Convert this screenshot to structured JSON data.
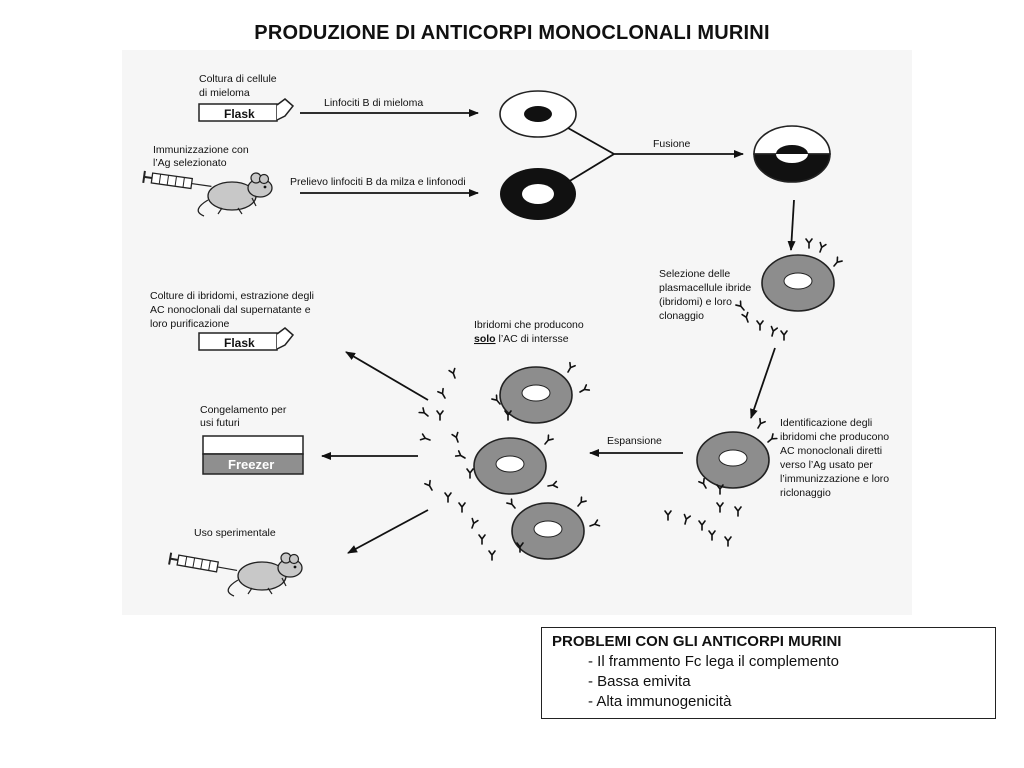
{
  "title": "PRODUZIONE DI ANTICORPI MONOCLONALI MURINI",
  "labels": {
    "coltura": [
      "Coltura di cellule",
      "di mieloma"
    ],
    "flask": "Flask",
    "linfociti_mieloma": "Linfociti B di mieloma",
    "immunizzazione": [
      "Immunizzazione con",
      "l’Ag selezionato"
    ],
    "prelievo": "Prelievo linfociti B da milza e linfonodi",
    "fusione": "Fusione",
    "selezione": [
      "Selezione delle",
      "plasmacellule ibride",
      "(ibridomi) e loro",
      "clonaggio"
    ],
    "colture_ibridomi": [
      "Colture di ibridomi, estrazione degli",
      "AC nonoclonali dal supernatante e",
      "loro purificazione"
    ],
    "ibridomi_line1": "Ibridomi che producono",
    "solo": "solo",
    "ibridomi_line2_rest": " l’AC di intersse",
    "congelamento": [
      "Congelamento per",
      "usi futuri"
    ],
    "freezer": "Freezer",
    "espansione": "Espansione",
    "identificazione": [
      "Identificazione degli",
      "ibridomi che producono",
      "AC monoclonali diretti",
      "verso l’Ag usato per",
      "l’immunizzazione e loro",
      "riclonaggio"
    ],
    "uso": "Uso sperimentale"
  },
  "problems": {
    "title": "PROBLEMI CON GLI ANTICORPI MURINI",
    "items": [
      "Il frammento Fc lega il complemento",
      "Bassa emivita",
      "Alta immunogenicità"
    ]
  }
}
